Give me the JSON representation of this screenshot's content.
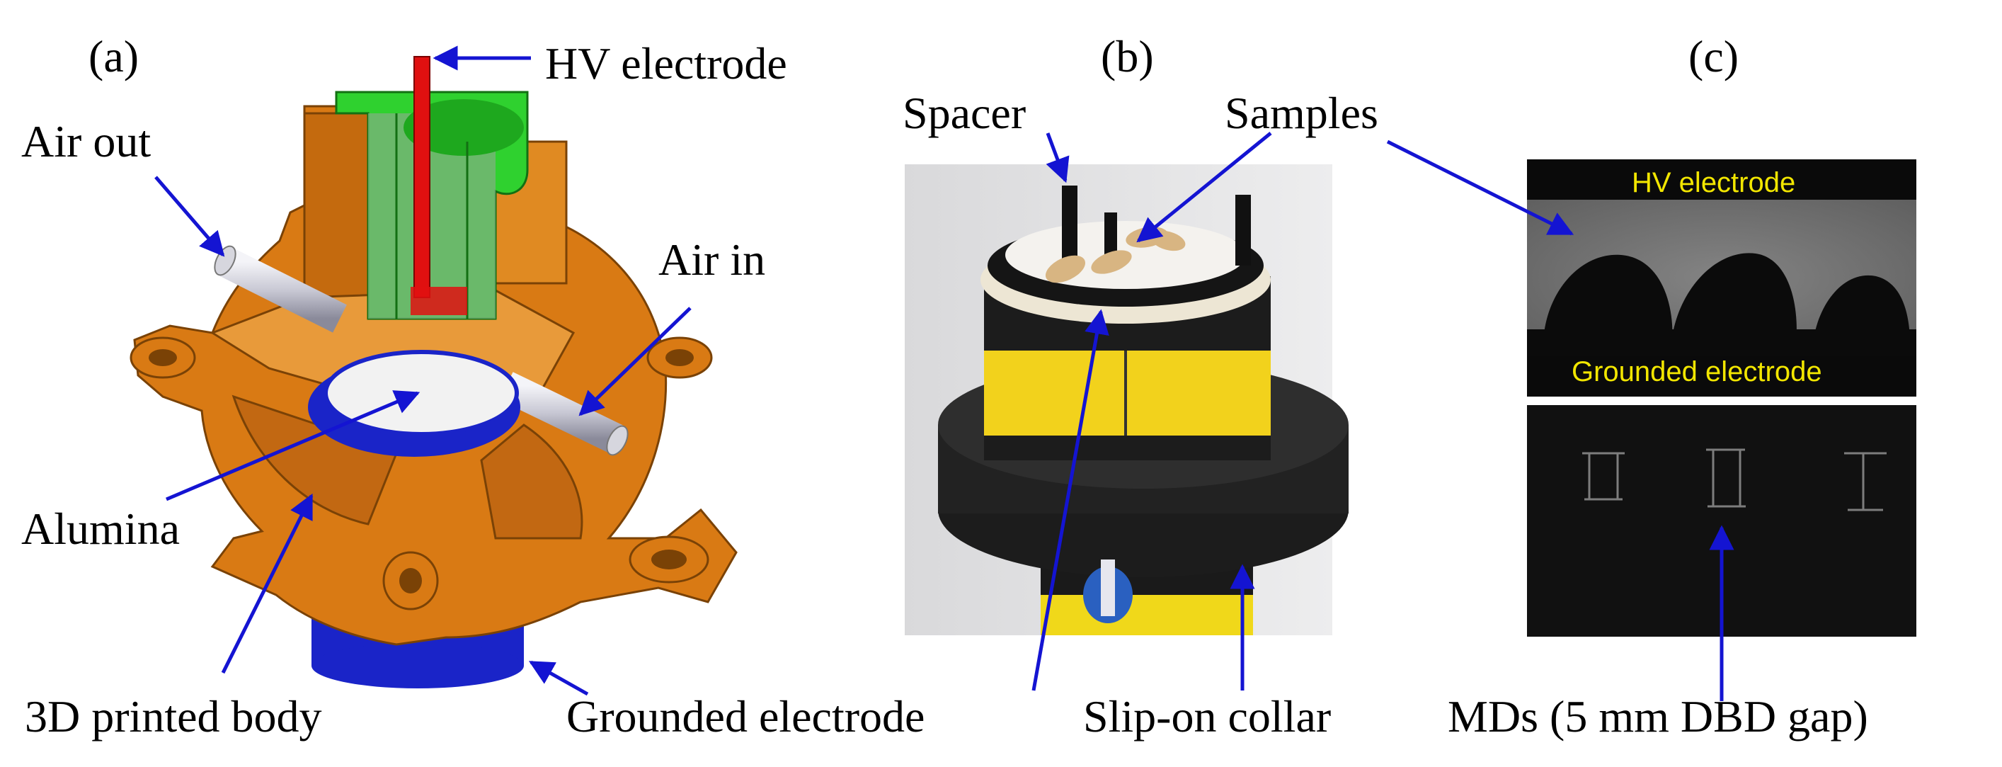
{
  "panels": {
    "a": {
      "letter": "(a)",
      "labels": {
        "hv_electrode": "HV electrode",
        "air_out": "Air out",
        "air_in": "Air in",
        "alumina": "Alumina",
        "body": "3D printed body",
        "grounded_electrode": "Grounded electrode"
      }
    },
    "b": {
      "letter": "(b)",
      "labels": {
        "spacer": "Spacer",
        "samples": "Samples",
        "collar": "Slip-on collar"
      }
    },
    "c": {
      "letter": "(c)",
      "image_top": {
        "hv_electrode": "HV electrode",
        "grounded_electrode": "Grounded electrode"
      },
      "caption": "MDs (5 mm DBD gap)"
    }
  },
  "colors": {
    "arrow": "#1414d2",
    "body_orange": "#d97a14",
    "body_orange_dark": "#a95a0a",
    "green_part": "#2fd12f",
    "blue_part": "#1a24c8",
    "red_rod": "#e01010",
    "label_yellow": "#f2e600"
  }
}
